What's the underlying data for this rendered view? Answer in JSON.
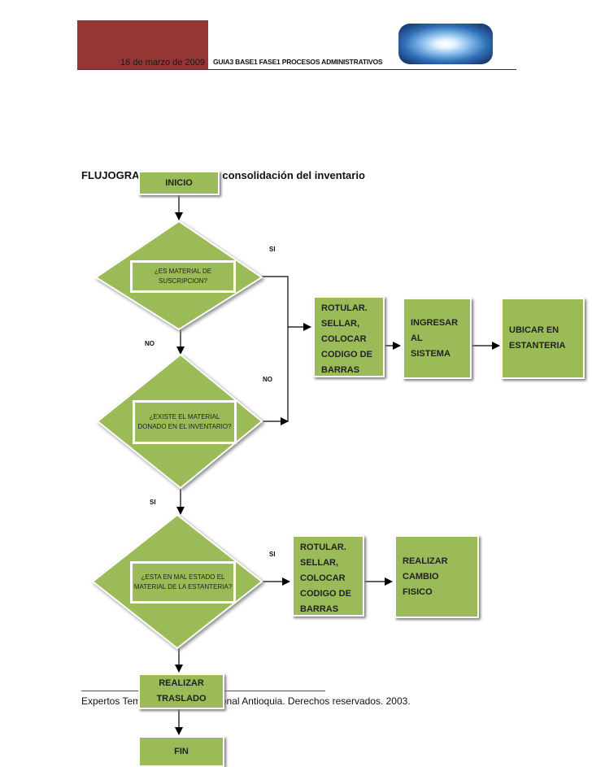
{
  "header": {
    "date": "16 de marzo de 2009",
    "title": "GUIA3 BASE1 FASE1  PROCESOS ADMINISTRATIVOS"
  },
  "flowchart": {
    "title": "FLUJOGRAMA: Proceso de consolidación del inventario",
    "start": "INICIO",
    "decision_1": "¿ES MATERIAL DE SUSCRIPCION?",
    "decision_2": "¿EXISTE EL MATERIAL DONADO EN EL INVENTARIO?",
    "decision_3": "¿ESTA EN MAL ESTADO EL MATERIAL DE LA ESTANTERIA?",
    "label_si_1": "SI",
    "label_no_1": "NO",
    "label_no_2": "NO",
    "label_si_2": "SI",
    "label_si_3": "SI",
    "process_label_1": "ROTULAR. SELLAR, COLOCAR CODIGO DE BARRAS",
    "process_system": "INGRESAR AL SISTEMA",
    "process_shelf": "UBICAR EN ESTANTERIA",
    "process_label_2": "ROTULAR. SELLAR, COLOCAR CODIGO DE BARRAS",
    "process_change": "REALIZAR CAMBIO FISICO",
    "process_transfer": "REALIZAR TRASLADO",
    "end": "FIN"
  },
  "footer": {
    "text": "Expertos Temáticos SENA, Regional Antioquia.  Derechos reservados. 2003."
  }
}
